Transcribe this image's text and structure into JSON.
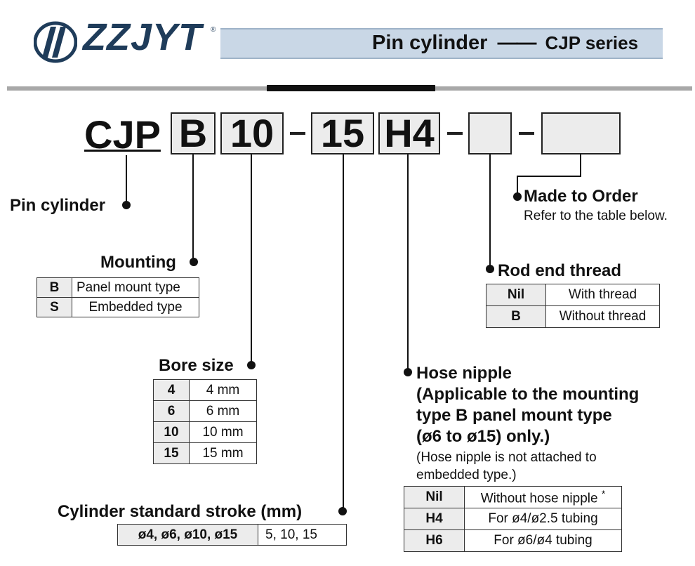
{
  "header": {
    "brand": "ZZJYT",
    "registered": "®",
    "title_main": "Pin cylinder",
    "title_sep": "——",
    "title_series": "CJP series"
  },
  "code": {
    "prefix": "CJP",
    "mounting": "B",
    "bore": "10",
    "dash1": "-",
    "stroke": "15",
    "nipple": "H4",
    "dash2": "-",
    "rod": "",
    "dash3": "-",
    "order": ""
  },
  "pin_cylinder": {
    "label": "Pin cylinder"
  },
  "mounting": {
    "label": "Mounting",
    "rows": [
      {
        "code": "B",
        "desc": "Panel mount type"
      },
      {
        "code": "S",
        "desc": "Embedded type"
      }
    ]
  },
  "bore_size": {
    "label": "Bore size",
    "rows": [
      {
        "code": "4",
        "desc": "4 mm"
      },
      {
        "code": "6",
        "desc": "6 mm"
      },
      {
        "code": "10",
        "desc": "10 mm"
      },
      {
        "code": "15",
        "desc": "15 mm"
      }
    ]
  },
  "stroke": {
    "label": "Cylinder standard stroke (mm)",
    "bores": "ø4, ø6, ø10, ø15",
    "values": "5, 10, 15"
  },
  "made_to_order": {
    "label": "Made to Order",
    "note": "Refer to the table below."
  },
  "rod_end": {
    "label": "Rod end thread",
    "rows": [
      {
        "code": "Nil",
        "desc": "With thread"
      },
      {
        "code": "B",
        "desc": "Without thread"
      }
    ]
  },
  "hose_nipple": {
    "label_lines": [
      "Hose nipple",
      "(Applicable to the mounting",
      "type B panel mount type",
      "(ø6 to ø15) only.)"
    ],
    "note_lines": [
      "(Hose nipple is not attached to",
      "embedded type.)"
    ],
    "rows": [
      {
        "code": "Nil",
        "desc": "Without hose nipple",
        "mark": "*"
      },
      {
        "code": "H4",
        "desc": "For ø4/ø2.5 tubing",
        "mark": ""
      },
      {
        "code": "H6",
        "desc": "For ø6/ø4 tubing",
        "mark": ""
      }
    ]
  },
  "colors": {
    "brand": "#1f3c5a",
    "title_bar": "#c9d7e6",
    "box_fill": "#ececec"
  }
}
